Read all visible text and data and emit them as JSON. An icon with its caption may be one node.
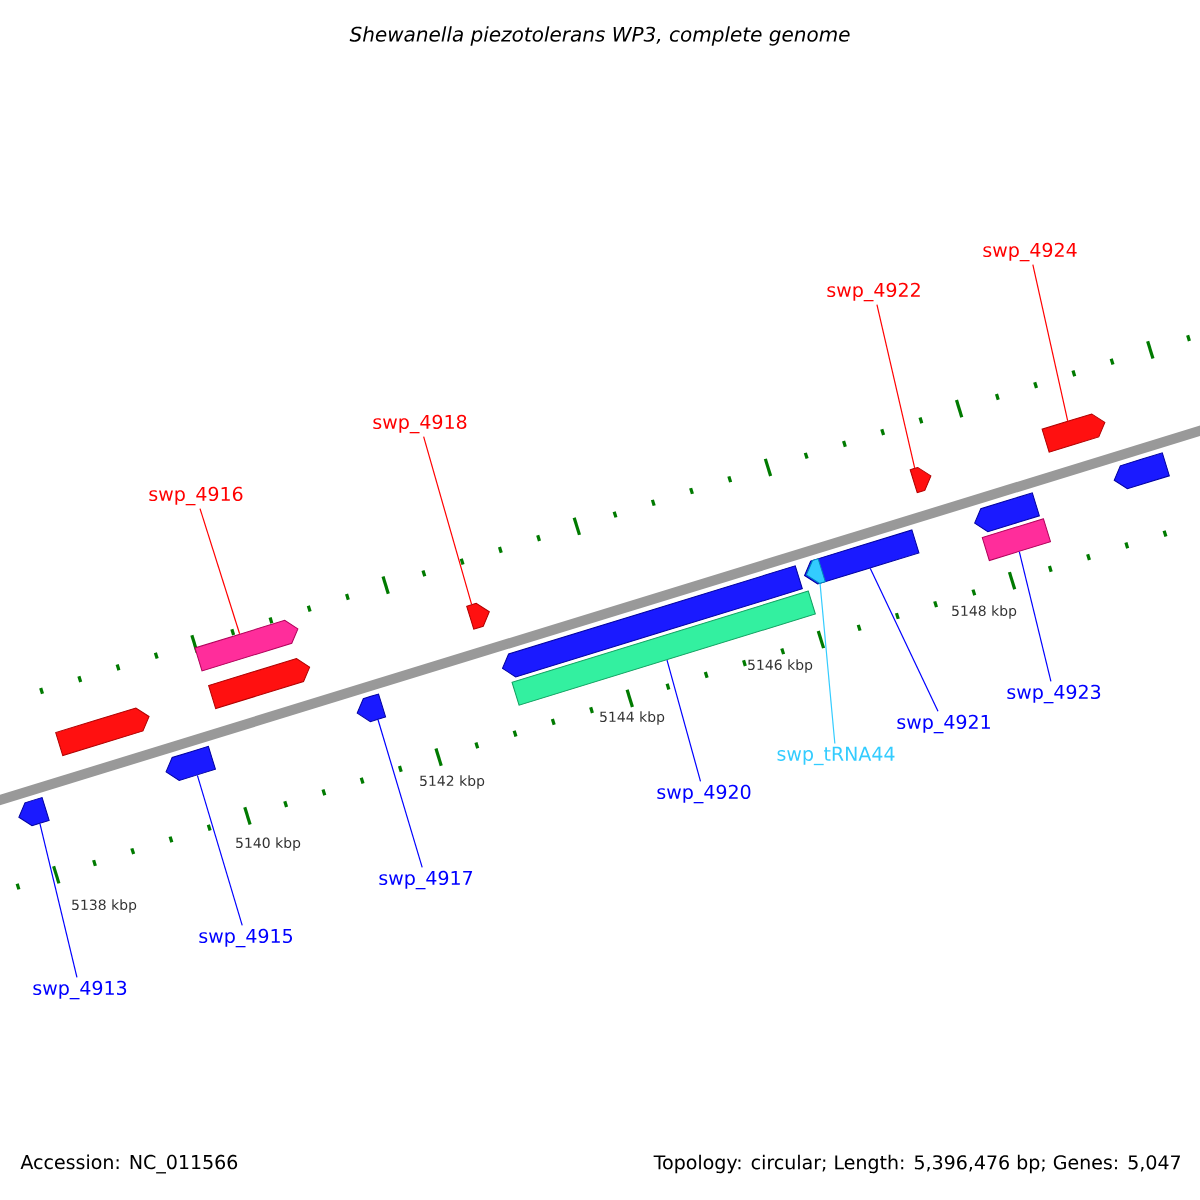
{
  "diagram": {
    "title": "Shewanella piezotolerans WP3, complete genome",
    "nodes": [
      {
        "text": [
          "swp_4924"
        ]
      },
      {
        "text": [
          "swp_4922"
        ]
      },
      {
        "text": [
          "swp_4918"
        ]
      },
      {
        "text": [
          "swp_4916"
        ]
      },
      {
        "text": [
          "swp_4923"
        ]
      },
      {
        "text": [
          "swp_4921"
        ]
      },
      {
        "text": [
          "swp_tRNA44"
        ]
      },
      {
        "text": [
          "swp_4920"
        ]
      },
      {
        "text": [
          "swp_4917"
        ]
      },
      {
        "text": [
          "swp_4915"
        ]
      },
      {
        "text": [
          "swp_4913"
        ]
      },
      {
        "text": [],
        "shape": "pentagon"
      },
      {
        "text": [],
        "shape": "pentagon"
      },
      {
        "text": [],
        "shape": "pentagon"
      },
      {
        "text": [],
        "shape": "pentagon"
      },
      {
        "text": [],
        "shape": "pentagon"
      },
      {
        "text": [],
        "shape": "pentagon"
      },
      {
        "text": [],
        "shape": "pentagon"
      },
      {
        "text": [],
        "shape": "pentagon"
      },
      {
        "text": [],
        "shape": "bar"
      },
      {
        "text": [],
        "shape": "pentagon"
      },
      {
        "text": [],
        "shape": "pentagon",
        "in": 20
      },
      {
        "text": [],
        "shape": "pentagon"
      },
      {
        "text": [],
        "shape": "pentagon"
      },
      {
        "text": [],
        "shape": "bar"
      },
      {
        "text": [],
        "shape": "pentagon"
      },
      {
        "text": [],
        "shape": "pentagon"
      }
    ],
    "edges": [
      {
        "from": 0,
        "to": 25,
        "arrow": "none",
        "color": "#ff0000"
      },
      {
        "from": 1,
        "to": 22,
        "arrow": "none",
        "color": "#ff0000"
      },
      {
        "from": 2,
        "to": 17,
        "arrow": "none",
        "color": "#ff0000"
      },
      {
        "from": 3,
        "to": 14,
        "arrow": "none",
        "color": "#ff0000"
      },
      {
        "from": 4,
        "to": 24,
        "arrow": "none"
      },
      {
        "from": 5,
        "to": 20,
        "arrow": "none"
      },
      {
        "from": 6,
        "to": 21,
        "arrow": "none",
        "color": "#33ccff"
      },
      {
        "from": 7,
        "to": 19,
        "arrow": "none"
      },
      {
        "from": 8,
        "to": 16,
        "arrow": "none"
      },
      {
        "from": 9,
        "to": 13,
        "arrow": "none"
      },
      {
        "from": 10,
        "to": 11,
        "arrow": "none"
      }
    ],
    "labels": [
      "5148 kbp",
      "5146 kbp",
      "5144 kbp",
      "5142 kbp",
      "5140 kbp",
      "5138 kbp",
      "Accession: NC_011566",
      "Topology: circular; Length: 5,396,476 bp; Genes: 5,047"
    ]
  }
}
